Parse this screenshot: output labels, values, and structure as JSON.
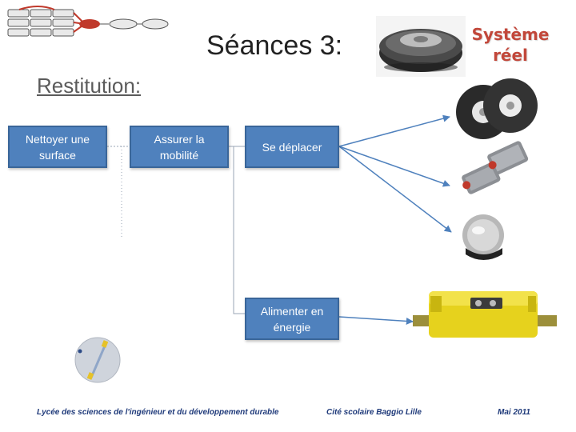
{
  "slide": {
    "title": "Séances 3:",
    "subtitle": "Restitution:",
    "system_label": "Système réel"
  },
  "functions": {
    "f1": "Nettoyer une surface",
    "f2": "Assurer la mobilité",
    "f3": "Se déplacer",
    "f4": "Alimenter en énergie"
  },
  "footer": {
    "left": "Lycée des sciences de l'ingénieur et du développement durable",
    "center": "Cité scolaire Baggio Lille",
    "right": "Mai 2011"
  },
  "colors": {
    "box_fill": "#4f81bd",
    "arrow": "#4f81bd",
    "system_label": "#c2473a",
    "footer": "#1f3a7a"
  },
  "icons": {
    "robot": "robot-vacuum-icon",
    "wheels": "wheels-icon",
    "motors": "motors-icon",
    "caster": "caster-wheel-icon",
    "battery": "battery-icon",
    "schema": "wheel-schema-icon",
    "mindmap": "mindmap-icon"
  }
}
